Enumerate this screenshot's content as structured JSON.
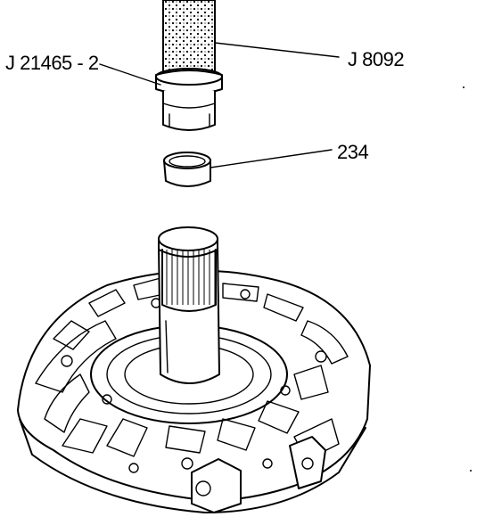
{
  "labels": {
    "installer": "J 21465 - 2",
    "driver_handle": "J 8092",
    "bushing": "234"
  },
  "colors": {
    "ink": "#000000",
    "paper": "#ffffff"
  }
}
